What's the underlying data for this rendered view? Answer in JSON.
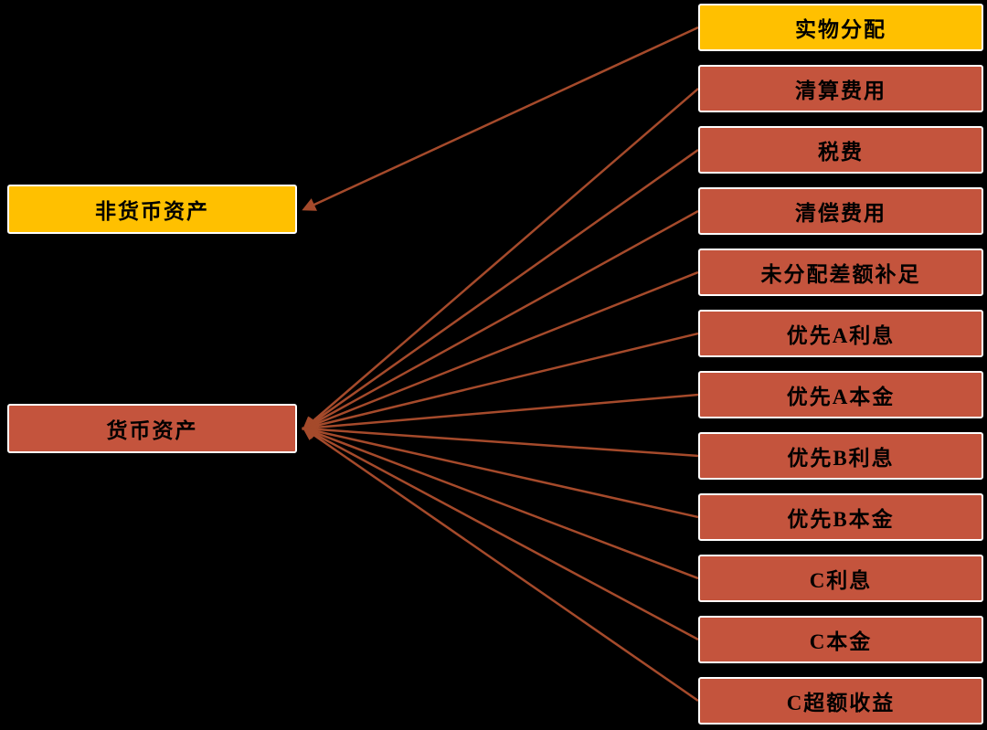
{
  "canvas": {
    "background": "#000000"
  },
  "colors": {
    "yellow": "#FFC000",
    "red": "#C4543D",
    "line": "#A54A2B",
    "border": "#FFFFFF",
    "text": "#000000"
  },
  "left_nodes": [
    {
      "id": "non-monetary-assets",
      "label": "非货币资产",
      "color_key": "yellow"
    },
    {
      "id": "monetary-assets",
      "label": "货币资产",
      "color_key": "red"
    }
  ],
  "right_nodes": [
    {
      "id": "physical-distribution",
      "label": "实物分配",
      "color_key": "yellow"
    },
    {
      "id": "liquidation-fees",
      "label": "清算费用",
      "color_key": "red"
    },
    {
      "id": "taxes",
      "label": "税费",
      "color_key": "red"
    },
    {
      "id": "repayment-fees",
      "label": "清偿费用",
      "color_key": "red"
    },
    {
      "id": "undistributed-difference-makeup",
      "label": "未分配差额补足",
      "color_key": "red"
    },
    {
      "id": "priority-a-interest",
      "label": "优先A利息",
      "color_key": "red"
    },
    {
      "id": "priority-a-principal",
      "label": "优先A本金",
      "color_key": "red"
    },
    {
      "id": "priority-b-interest",
      "label": "优先B利息",
      "color_key": "red"
    },
    {
      "id": "priority-b-principal",
      "label": "优先B本金",
      "color_key": "red"
    },
    {
      "id": "c-interest",
      "label": "C利息",
      "color_key": "red"
    },
    {
      "id": "c-principal",
      "label": "C本金",
      "color_key": "red"
    },
    {
      "id": "c-excess-return",
      "label": "C超额收益",
      "color_key": "red"
    }
  ],
  "edges": [
    {
      "from": "physical-distribution",
      "to": "non-monetary-assets"
    },
    {
      "from": "liquidation-fees",
      "to": "monetary-assets"
    },
    {
      "from": "taxes",
      "to": "monetary-assets"
    },
    {
      "from": "repayment-fees",
      "to": "monetary-assets"
    },
    {
      "from": "undistributed-difference-makeup",
      "to": "monetary-assets"
    },
    {
      "from": "priority-a-interest",
      "to": "monetary-assets"
    },
    {
      "from": "priority-a-principal",
      "to": "monetary-assets"
    },
    {
      "from": "priority-b-interest",
      "to": "monetary-assets"
    },
    {
      "from": "priority-b-principal",
      "to": "monetary-assets"
    },
    {
      "from": "c-interest",
      "to": "monetary-assets"
    },
    {
      "from": "c-principal",
      "to": "monetary-assets"
    },
    {
      "from": "c-excess-return",
      "to": "monetary-assets"
    }
  ]
}
